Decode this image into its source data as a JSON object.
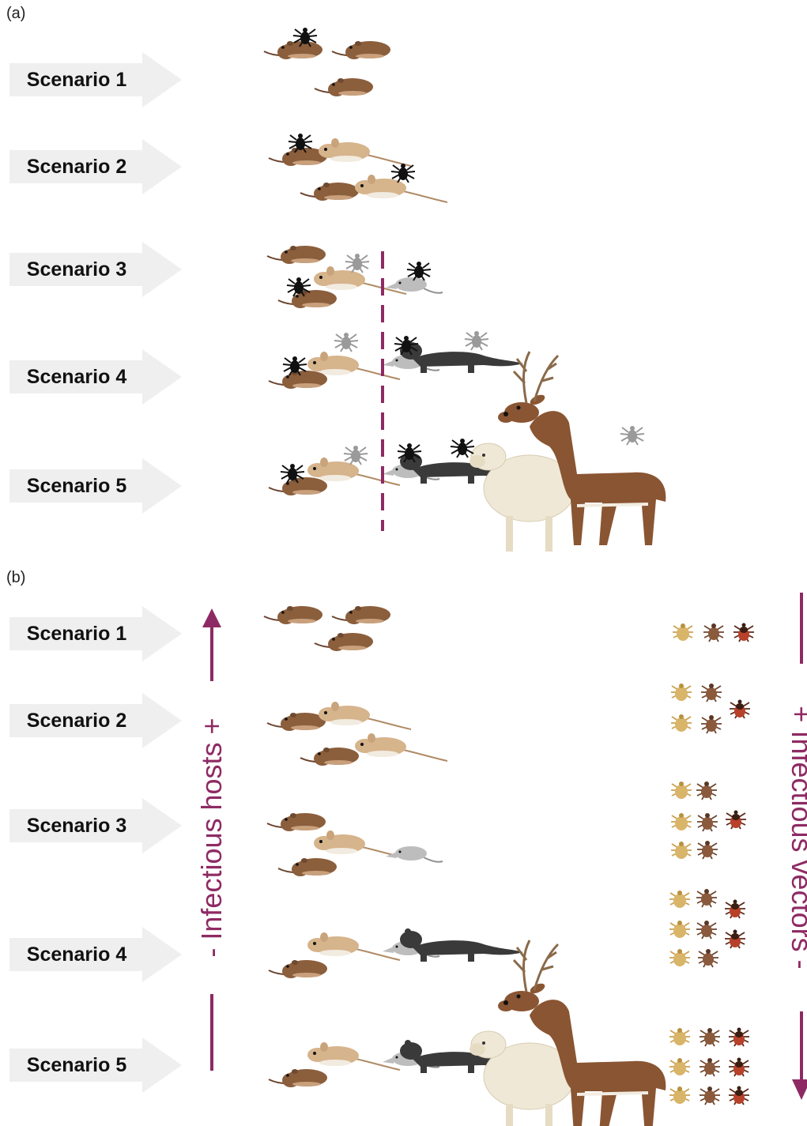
{
  "panels": {
    "a": {
      "label": "(a)",
      "scenarios": [
        "Scenario 1",
        "Scenario 2",
        "Scenario 3",
        "Scenario 4",
        "Scenario 5"
      ]
    },
    "b": {
      "label": "(b)",
      "scenarios": [
        "Scenario 1",
        "Scenario 2",
        "Scenario 3",
        "Scenario 4",
        "Scenario 5"
      ],
      "left_axis_label": "- Infectious hosts +",
      "right_axis_label": "+ Infectious vectors -"
    }
  },
  "colors": {
    "accent": "#8e2a63",
    "arrow_fill": "#efefef",
    "vole": "#8b5e3c",
    "mouse": "#d6b48c",
    "shrew": "#bdbdbd",
    "mustelid": "#3a3a3a",
    "sheep": "#efe8d6",
    "deer": "#8a5532",
    "tick_infected": "#111111",
    "tick_uninfected": "#9a9a9a",
    "tick_larva": "#d9b56a",
    "tick_nymph": "#8b5a3c",
    "tick_adult": "#b8412a"
  }
}
